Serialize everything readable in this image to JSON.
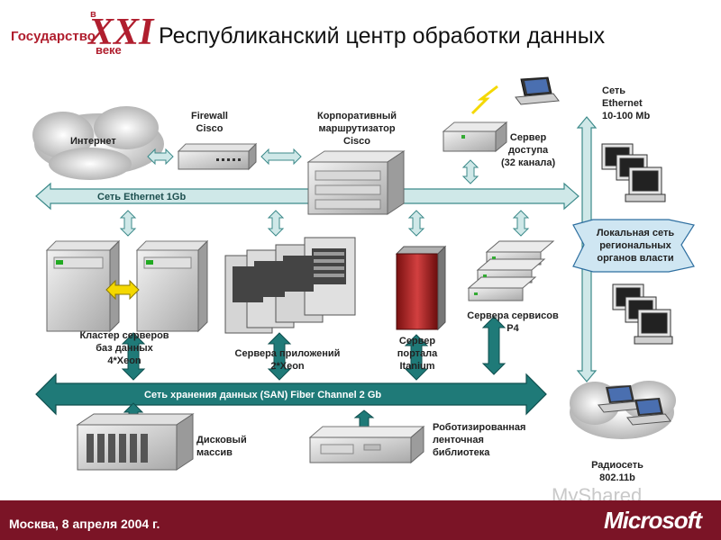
{
  "logo": {
    "line1": "Государство",
    "line2": "в",
    "roman": "XXI",
    "line3": "веке"
  },
  "title": "Республиканский центр обработки данных",
  "labels": {
    "internet": "Интернет",
    "firewall": [
      "Firewall",
      "Cisco"
    ],
    "router": [
      "Корпоративный",
      "маршрутизатор",
      "Cisco"
    ],
    "access_server": [
      "Сервер",
      "доступа",
      "(32 канала)"
    ],
    "ethernet_net": [
      "Сеть",
      "Ethernet",
      "10-100 Mb"
    ],
    "ethernet_bus": "Сеть Ethernet 1Gb",
    "regional_lan": [
      "Локальная сеть",
      "региональных",
      "органов власти"
    ],
    "db_cluster": [
      "Кластер серверов",
      "баз данных",
      "4*Xeon"
    ],
    "app_servers": [
      "Сервера приложений",
      "2*Xeon"
    ],
    "portal_server": [
      "Сервер",
      "портала",
      "Itanium"
    ],
    "service_servers": [
      "Сервера сервисов",
      "P4"
    ],
    "san_bus": "Сеть хранения данных (SAN) Fiber Channel 2 Gb",
    "disk_array": [
      "Дисковый",
      "массив"
    ],
    "tape_library": [
      "Роботизированная",
      "ленточная",
      "библиотека"
    ],
    "radio_net": [
      "Радиосеть",
      "802.11b"
    ]
  },
  "footer": {
    "text": "Москва, 8 апреля 2004 г.",
    "brand": "Microsoft"
  },
  "watermark": "MyShared",
  "colors": {
    "arrow_fill": "#cfe8e8",
    "arrow_stroke": "#3c8a8a",
    "san_fill": "#1f7a78",
    "footer_bg": "#7b1426",
    "logo_red": "#b01e2e"
  }
}
